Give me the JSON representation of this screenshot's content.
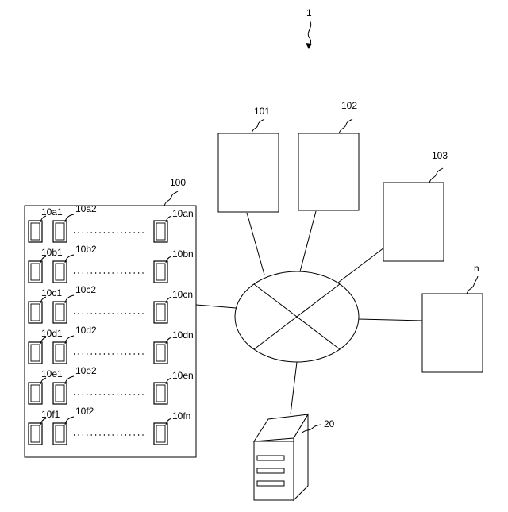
{
  "figure_label": "1",
  "terminal_group": {
    "label": "100",
    "rows": [
      {
        "first": "10a1",
        "second": "10a2",
        "last": "10an"
      },
      {
        "first": "10b1",
        "second": "10b2",
        "last": "10bn"
      },
      {
        "first": "10c1",
        "second": "10c2",
        "last": "10cn"
      },
      {
        "first": "10d1",
        "second": "10d2",
        "last": "10dn"
      },
      {
        "first": "10e1",
        "second": "10e2",
        "last": "10en"
      },
      {
        "first": "10f1",
        "second": "10f2",
        "last": "10fn"
      }
    ]
  },
  "devices": [
    {
      "label": "101"
    },
    {
      "label": "102"
    },
    {
      "label": "103"
    },
    {
      "label": "n"
    }
  ],
  "server": {
    "label": "20"
  }
}
